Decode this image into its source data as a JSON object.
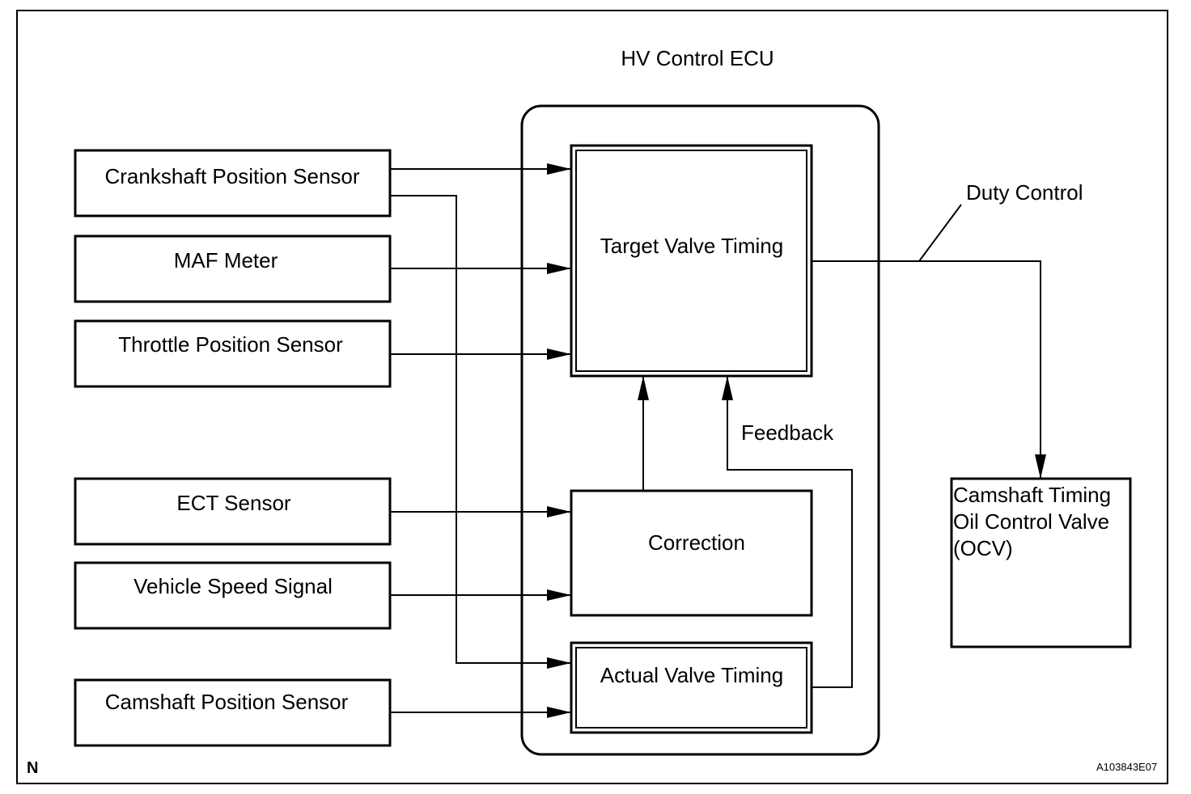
{
  "diagram": {
    "ecu_title": "HV Control ECU",
    "duty_control": "Duty Control",
    "feedback": "Feedback",
    "north_mark": "N",
    "figure_id": "A103843E07",
    "sensors": {
      "crankshaft": "Crankshaft Position Sensor",
      "maf": "MAF Meter",
      "throttle": "Throttle Position Sensor",
      "ect": "ECT Sensor",
      "vehicle_speed": "Vehicle Speed Signal",
      "camshaft": "Camshaft Position Sensor"
    },
    "blocks": {
      "target": "Target Valve Timing",
      "correction": "Correction",
      "actual": "Actual Valve Timing"
    },
    "ocv": {
      "line1": "Camshaft Timing",
      "line2": "Oil Control Valve",
      "line3": "(OCV)"
    }
  }
}
